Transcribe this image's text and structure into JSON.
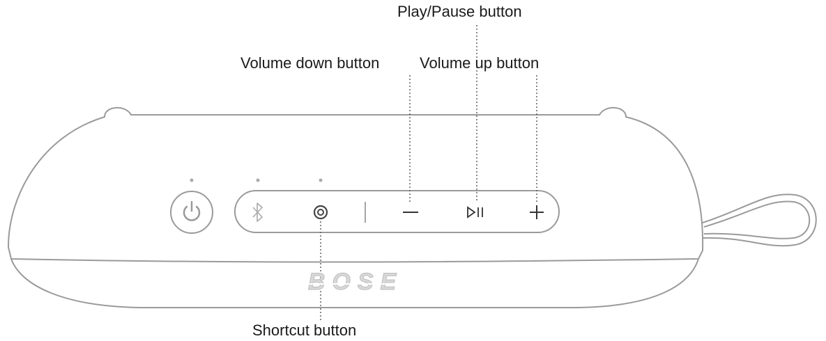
{
  "callouts": {
    "play_pause": "Play/Pause button",
    "volume_down": "Volume down button",
    "volume_up": "Volume up button",
    "shortcut": "Shortcut button"
  },
  "brand_logo_text": "BOSE",
  "icons": {
    "power": "power-icon",
    "bluetooth": "bluetooth-icon",
    "shortcut": "shortcut-icon",
    "volume_down": "minus-icon",
    "play_pause": "play-pause-icon",
    "volume_up": "plus-icon"
  },
  "colors": {
    "outline": "#9a9a9a",
    "text": "#1a1a1a",
    "leader": "#555555"
  }
}
